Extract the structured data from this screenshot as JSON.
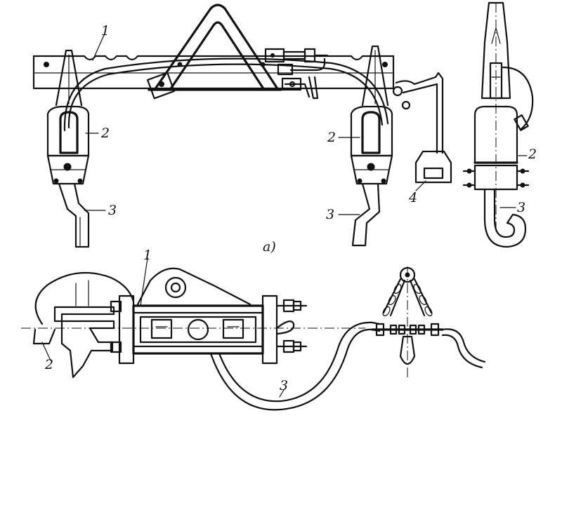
{
  "figure": {
    "part_a_caption": "а)",
    "labels_a": {
      "frame": "1",
      "clamp_left": "2",
      "clamp_right": "2",
      "hook_left": "3",
      "hook_right": "3",
      "handle": "4",
      "side_clamp": "2",
      "side_hook": "3"
    },
    "labels_b": {
      "body": "1",
      "hook": "2",
      "cable": "3"
    }
  }
}
